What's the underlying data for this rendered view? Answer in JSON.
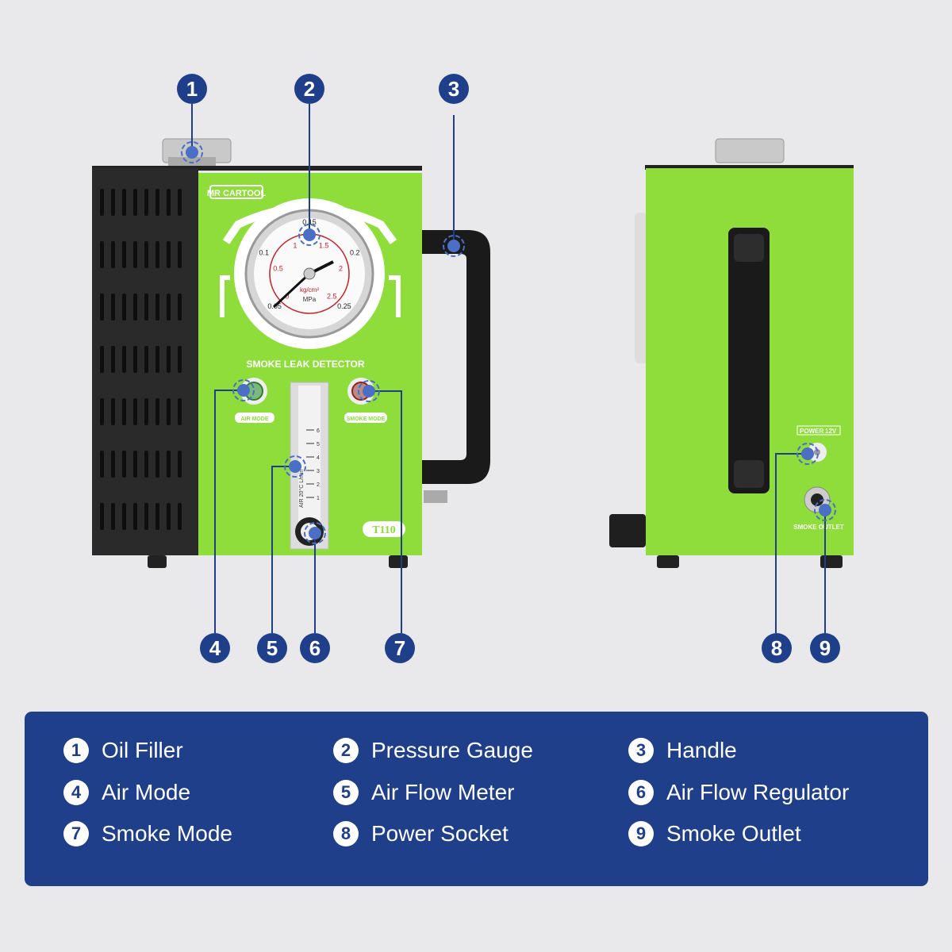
{
  "brand": "MR CARTOOL",
  "product_title": "SMOKE LEAK DETECTOR",
  "model": "T110",
  "gauge": {
    "mpa_ticks": [
      "0.05",
      "0.1",
      "0.15",
      "0.2",
      "0.25"
    ],
    "kg_ticks": [
      "0",
      "0.5",
      "1",
      "1.5",
      "2",
      "2.5"
    ],
    "units": [
      "kg/cm²",
      "MPa"
    ]
  },
  "buttons": {
    "air_mode": "AIR MODE",
    "smoke_mode": "SMOKE MODE"
  },
  "flowmeter": {
    "label": "AIR 20°C L/min",
    "ticks": [
      "1",
      "2",
      "3",
      "4",
      "5",
      "6"
    ]
  },
  "side": {
    "power_label": "POWER",
    "power_voltage": "12V",
    "outlet_label": "SMOKE OUTLET"
  },
  "colors": {
    "device_green": "#8fdd3a",
    "callout_blue": "#1f3f8a",
    "marker_blue": "#4a6fc4"
  },
  "callouts": [
    "1",
    "2",
    "3",
    "4",
    "5",
    "6",
    "7",
    "8",
    "9"
  ],
  "legend": [
    {
      "num": "1",
      "label": "Oil Filler"
    },
    {
      "num": "2",
      "label": "Pressure Gauge"
    },
    {
      "num": "3",
      "label": "Handle"
    },
    {
      "num": "4",
      "label": "Air Mode"
    },
    {
      "num": "5",
      "label": "Air Flow Meter"
    },
    {
      "num": "6",
      "label": "Air Flow Regulator"
    },
    {
      "num": "7",
      "label": "Smoke Mode"
    },
    {
      "num": "8",
      "label": "Power Socket"
    },
    {
      "num": "9",
      "label": "Smoke Outlet"
    }
  ]
}
